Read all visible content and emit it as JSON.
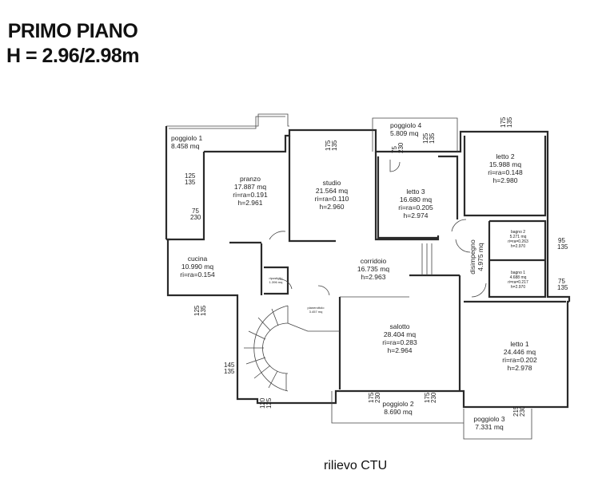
{
  "title": {
    "line1": "PRIMO PIANO",
    "line2": "H = 2.96/2.98m"
  },
  "caption": "rilievo CTU",
  "rooms": {
    "poggiolo1": {
      "name": "poggiolo 1",
      "area": "8.458 mq"
    },
    "pranzo": {
      "name": "pranzo",
      "area": "17.887 mq",
      "ratio": "ri=ra=0.191",
      "h": "h=2.961"
    },
    "studio": {
      "name": "studio",
      "area": "21.564 mq",
      "ratio": "ri=ra=0.110",
      "h": "h=2.960"
    },
    "poggiolo4": {
      "name": "poggiolo 4",
      "area": "5.809 mq"
    },
    "letto3": {
      "name": "letto 3",
      "area": "16.680 mq",
      "ratio": "ri=ra=0.205",
      "h": "h=2.974"
    },
    "letto2": {
      "name": "letto 2",
      "area": "15.988 mq",
      "ratio": "ri=ra=0.148",
      "h": "h=2.980"
    },
    "bagno2": {
      "name": "bagno 2",
      "area": "5.271 mq",
      "ratio": "ri=ra=0.263",
      "h": "h=2.970"
    },
    "bagno1": {
      "name": "bagno 1",
      "area": "4.688 mq",
      "ratio": "ri=ra=0.217",
      "h": "h=2.970"
    },
    "disimpegno": {
      "name": "disimpegno",
      "area": "4.975 mq"
    },
    "cucina": {
      "name": "cucina",
      "area": "10.990 mq",
      "ratio": "ri=ra=0.154"
    },
    "corridoio": {
      "name": "corridoio",
      "area": "16.735 mq",
      "h": "h=2.963"
    },
    "ripostiglio": {
      "name": "ripostiglio",
      "area": "1.396 mq"
    },
    "pianerottolo": {
      "name": "pianerottolo",
      "area": "3.457 mq"
    },
    "salotto": {
      "name": "salotto",
      "area": "28.404 mq",
      "ratio": "ri=ra=0.283",
      "h": "h=2.964"
    },
    "letto1": {
      "name": "letto 1",
      "area": "24.446 mq",
      "ratio": "ri=ra=0.202",
      "h": "h=2.978"
    },
    "poggiolo2": {
      "name": "poggiolo 2",
      "area": "8.690 mq"
    },
    "poggiolo3": {
      "name": "poggiolo 3",
      "area": "7.331 mq"
    }
  },
  "dimensions": {
    "d1": [
      "125",
      "135"
    ],
    "d2": [
      "75",
      "230"
    ],
    "d3": [
      "175",
      "135"
    ],
    "d4": [
      "175",
      "135"
    ],
    "d5": [
      "125",
      "135"
    ],
    "d6": [
      "75",
      "230"
    ],
    "d7": [
      "95",
      "135"
    ],
    "d8": [
      "75",
      "135"
    ],
    "d9": [
      "125",
      "135"
    ],
    "d10": [
      "145",
      "135"
    ],
    "d11": [
      "120",
      "125"
    ],
    "d12": [
      "175",
      "230"
    ],
    "d13": [
      "175",
      "230"
    ],
    "d14": [
      "215",
      "230"
    ]
  }
}
